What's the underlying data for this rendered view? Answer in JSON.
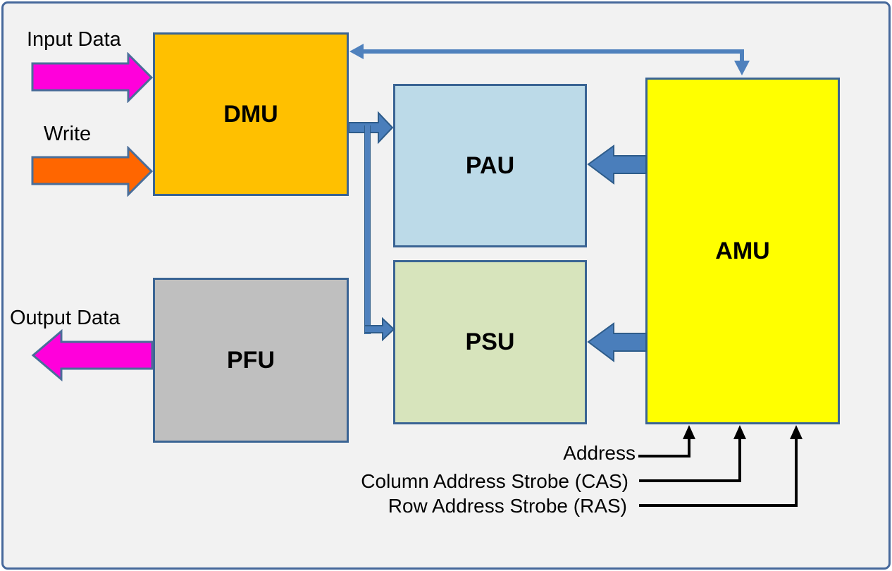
{
  "diagram": {
    "title_hint": "DRAM memory interface block diagram",
    "blocks": [
      {
        "id": "dmu",
        "label": "DMU",
        "fill": "#FFC000"
      },
      {
        "id": "pau",
        "label": "PAU",
        "fill": "#BCDAE8"
      },
      {
        "id": "psu",
        "label": "PSU",
        "fill": "#D7E4BC"
      },
      {
        "id": "amu",
        "label": "AMU",
        "fill": "#FFFF00"
      },
      {
        "id": "pfu",
        "label": "PFU",
        "fill": "#BFBFBF"
      }
    ],
    "labels": {
      "input_data": "Input Data",
      "write": "Write",
      "output_data": "Output Data",
      "address": "Address",
      "cas": "Column Address Strobe (CAS)",
      "ras": "Row Address Strobe (RAS)"
    },
    "colors": {
      "background": "#F2F2F2",
      "frame_border": "#46689B",
      "box_border": "#3A6494",
      "connector_blue": "#4A7EBB",
      "connector_blue_dark": "#2E5C8A",
      "connector_line": "#4F81BD",
      "arrow_outline": "#4A6E99",
      "signal_black": "#000000",
      "data_magenta": "#FF00DB",
      "write_orange": "#FF6600"
    }
  }
}
